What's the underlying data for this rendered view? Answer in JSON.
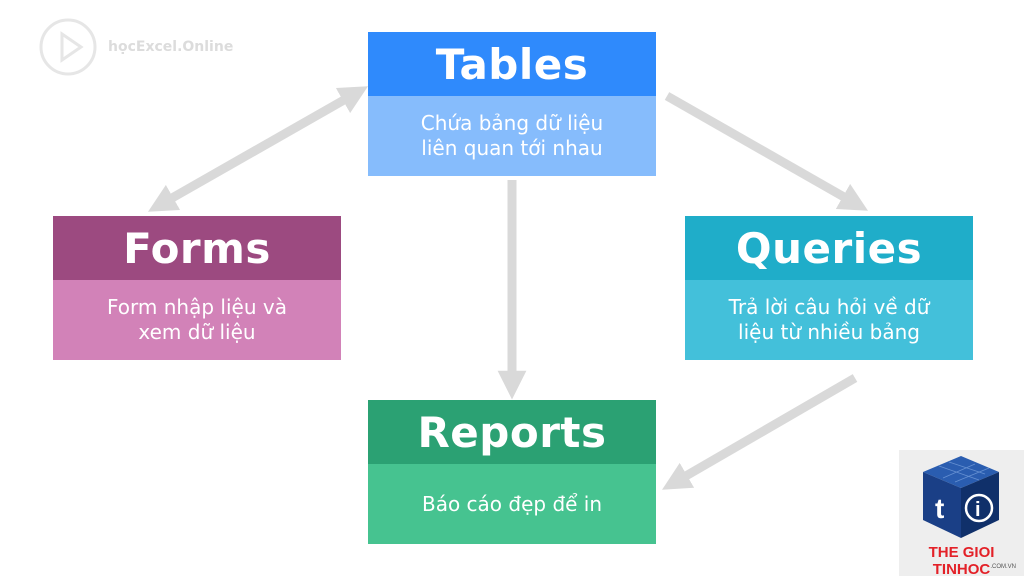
{
  "brand": {
    "name": "họcExcel.Online",
    "logo_icon": "play-circle-icon"
  },
  "nodes": {
    "tables": {
      "title": "Tables",
      "desc": [
        "Chứa bảng dữ liệu",
        "liên quan tới nhau"
      ],
      "head_color": "#2f8afc",
      "body_color": "#86bcfc"
    },
    "forms": {
      "title": "Forms",
      "desc": [
        "Form nhập liệu và",
        "xem dữ liệu"
      ],
      "head_color": "#9c4a80",
      "body_color": "#d282b8"
    },
    "queries": {
      "title": "Queries",
      "desc": [
        "Trả lời câu hỏi về dữ",
        "liệu từ nhiều bảng"
      ],
      "head_color": "#1fadc9",
      "body_color": "#43c0da"
    },
    "reports": {
      "title": "Reports",
      "desc": [
        "Báo cáo đẹp để in"
      ],
      "head_color": "#2ba173",
      "body_color": "#46c390"
    }
  },
  "edges": [
    {
      "from": "tables",
      "to": "forms",
      "bidirectional": true
    },
    {
      "from": "tables",
      "to": "queries",
      "bidirectional": false
    },
    {
      "from": "tables",
      "to": "reports",
      "bidirectional": false
    },
    {
      "from": "queries",
      "to": "reports",
      "bidirectional": false
    }
  ],
  "watermark": {
    "text": "THE GIOI TINHOC",
    "subtext": ".COM.VN",
    "icon": "cube-ti-logo-icon"
  },
  "arrow_color": "#d9d9d9"
}
